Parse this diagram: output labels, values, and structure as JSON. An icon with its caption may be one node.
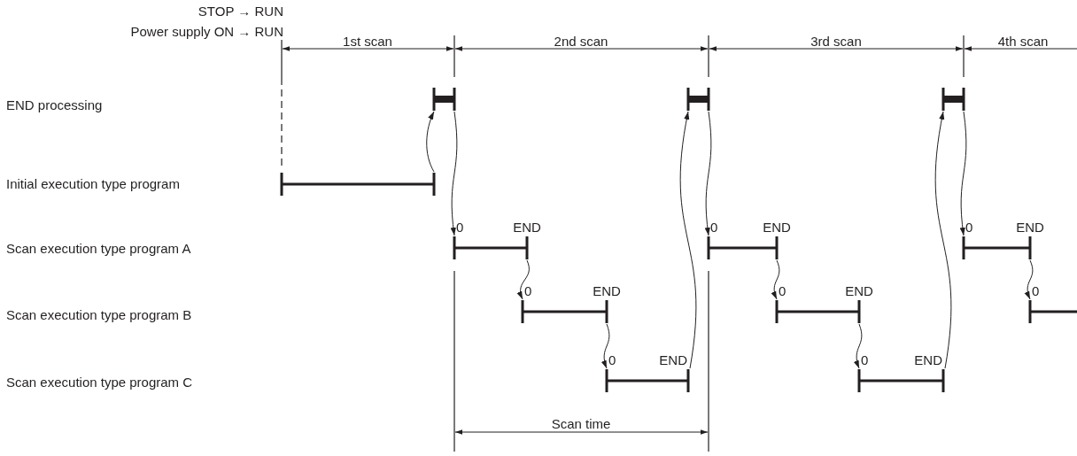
{
  "diagram": {
    "nodes": [
      {
        "text": [],
        "shape": "bar"
      },
      {
        "text": [],
        "shape": "bar"
      },
      {
        "text": [],
        "shape": "bar",
        "beside": [
          "0",
          "END"
        ]
      },
      {
        "text": [],
        "shape": "bar",
        "beside": [
          "0",
          "END"
        ]
      },
      {
        "text": [],
        "shape": "bar",
        "beside": [
          "0",
          "END"
        ]
      },
      {
        "text": [],
        "shape": "bar"
      },
      {
        "text": [],
        "shape": "bar",
        "beside": [
          "0",
          "END"
        ]
      },
      {
        "text": [],
        "shape": "bar",
        "beside": [
          "0",
          "END"
        ]
      },
      {
        "text": [],
        "shape": "bar",
        "beside": [
          "0",
          "END"
        ]
      },
      {
        "text": [],
        "shape": "bar"
      },
      {
        "text": [],
        "shape": "bar",
        "beside": [
          "0",
          "END"
        ]
      },
      {
        "text": [],
        "shape": "bar",
        "beside": [
          "0"
        ]
      }
    ],
    "edges": [
      {
        "from": 1,
        "to": 0,
        "arrow": "to"
      },
      {
        "from": 0,
        "to": 2,
        "arrow": "to"
      },
      {
        "from": 2,
        "to": 3,
        "arrow": "to"
      },
      {
        "from": 3,
        "to": 4,
        "arrow": "to"
      },
      {
        "from": 4,
        "to": 5,
        "arrow": "to"
      },
      {
        "from": 5,
        "to": 6,
        "arrow": "to"
      },
      {
        "from": 6,
        "to": 7,
        "arrow": "to"
      },
      {
        "from": 7,
        "to": 8,
        "arrow": "to"
      },
      {
        "from": 8,
        "to": 9,
        "arrow": "to"
      },
      {
        "from": 9,
        "to": 10,
        "arrow": "to"
      },
      {
        "from": 10,
        "to": 11,
        "arrow": "to"
      }
    ],
    "labels": [
      "STOP → RUN",
      "Power supply ON → RUN",
      "1st scan",
      "2nd scan",
      "3rd scan",
      "4th scan",
      "END processing",
      "Initial execution type program",
      "Scan execution type program A",
      "Scan execution type program B",
      "Scan execution type program C",
      "Scan time"
    ]
  }
}
